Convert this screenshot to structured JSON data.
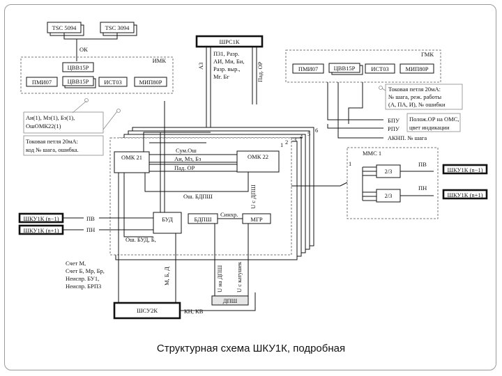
{
  "caption": "Структурная схема ШКУ1К, подробная",
  "blocks": {
    "tsc1": "TSC 5094",
    "tsc2": "TSC 3094",
    "ok": "ОК",
    "imk": "ИМК",
    "cvv15r_a": "ЦВВ15Р",
    "cvv15r_b": "ЦВВ15Р",
    "pmi07": "ПМИ07",
    "ist03": "ИСТ03",
    "mip80r": "МИП80Р",
    "shrs1k": "ШРС1К",
    "gmk": "ГМК",
    "gmk_pmi07": "ПМИ07",
    "gmk_cvv15r": "ЦВВ15Р",
    "gmk_ist03": "ИСТ03",
    "gmk_mip80r": "МИП80Р",
    "omk21": "ОМК 21",
    "omk22": "ОМК 22",
    "bud": "БУД",
    "bdpsh": "БДПШ",
    "mgr": "МГР",
    "dpsh": "ДПШ",
    "shsu2k": "ШСУ2К",
    "mms1": "ММС 1",
    "two_of_three_a": "2/3",
    "two_of_three_b": "2/3",
    "shku_left_top": "ШКУ1К (n−1)",
    "shku_left_bot": "ШКУ1К (n+1)",
    "shku_right_top": "ШКУ1К (n−1)",
    "shku_right_bot": "ШКУ1К (n+1)"
  },
  "labels": {
    "a3": "А3",
    "shrs_sig_1": "П31, Разр.",
    "shrs_sig_2": "АИ, Ми, Би,",
    "shrs_sig_3": "Разр. выр.,",
    "shrs_sig_4": "Мг. Бг",
    "pad_or_vert": "Пад. ОР",
    "left_note_1": "Аи(1), Мз(1), Бз(1),",
    "left_note_2": "ОшОМК22(1)",
    "loop_left_1": "Токовая петля 20мА:",
    "loop_left_2": "код № шага, ошибка.",
    "loop_right_1": "Токовая петля 20мА:",
    "loop_right_2": "№ шага, реж. работы",
    "loop_right_3": "(А, ПА, И), № ошибки",
    "bpu": "БПУ",
    "rpu": "РПУ",
    "polozh_1": "Полож.ОР на ОМС,",
    "polozh_2": "цвет индикации",
    "aknp": "АКНП. № шага",
    "sum_osh": "Сум.Ош",
    "ai_mz_bz": "Аи, Мз, Бз",
    "pad_or": "Пад. ОР",
    "osh_bdpsh": "Ош. БДПШ",
    "u_dpsh": "U с ДПШ",
    "sinhr": "Синхр.",
    "pv_left": "ПВ",
    "pn_left": "ПН",
    "osh_bud": "Ош. БУД, Б,",
    "pv_right": "ПВ",
    "pn_right": "ПН",
    "one": "1",
    "n2": "2",
    "n3": "3",
    "n4": "4",
    "n5": "5",
    "n6": "6",
    "mms_one": "1",
    "schet_1": "Счет М,",
    "schet_2": "Счет Б, Мр, Бр,",
    "schet_3": "Неиспр.    БУ1,",
    "schet_4": "Неиспр.  БРП3",
    "mbd": "М, Б, Д",
    "u_na_dpsh": "U на ДПШ",
    "u_s_katushek": "U с катушек",
    "kn_kv": "КН, КВ"
  }
}
